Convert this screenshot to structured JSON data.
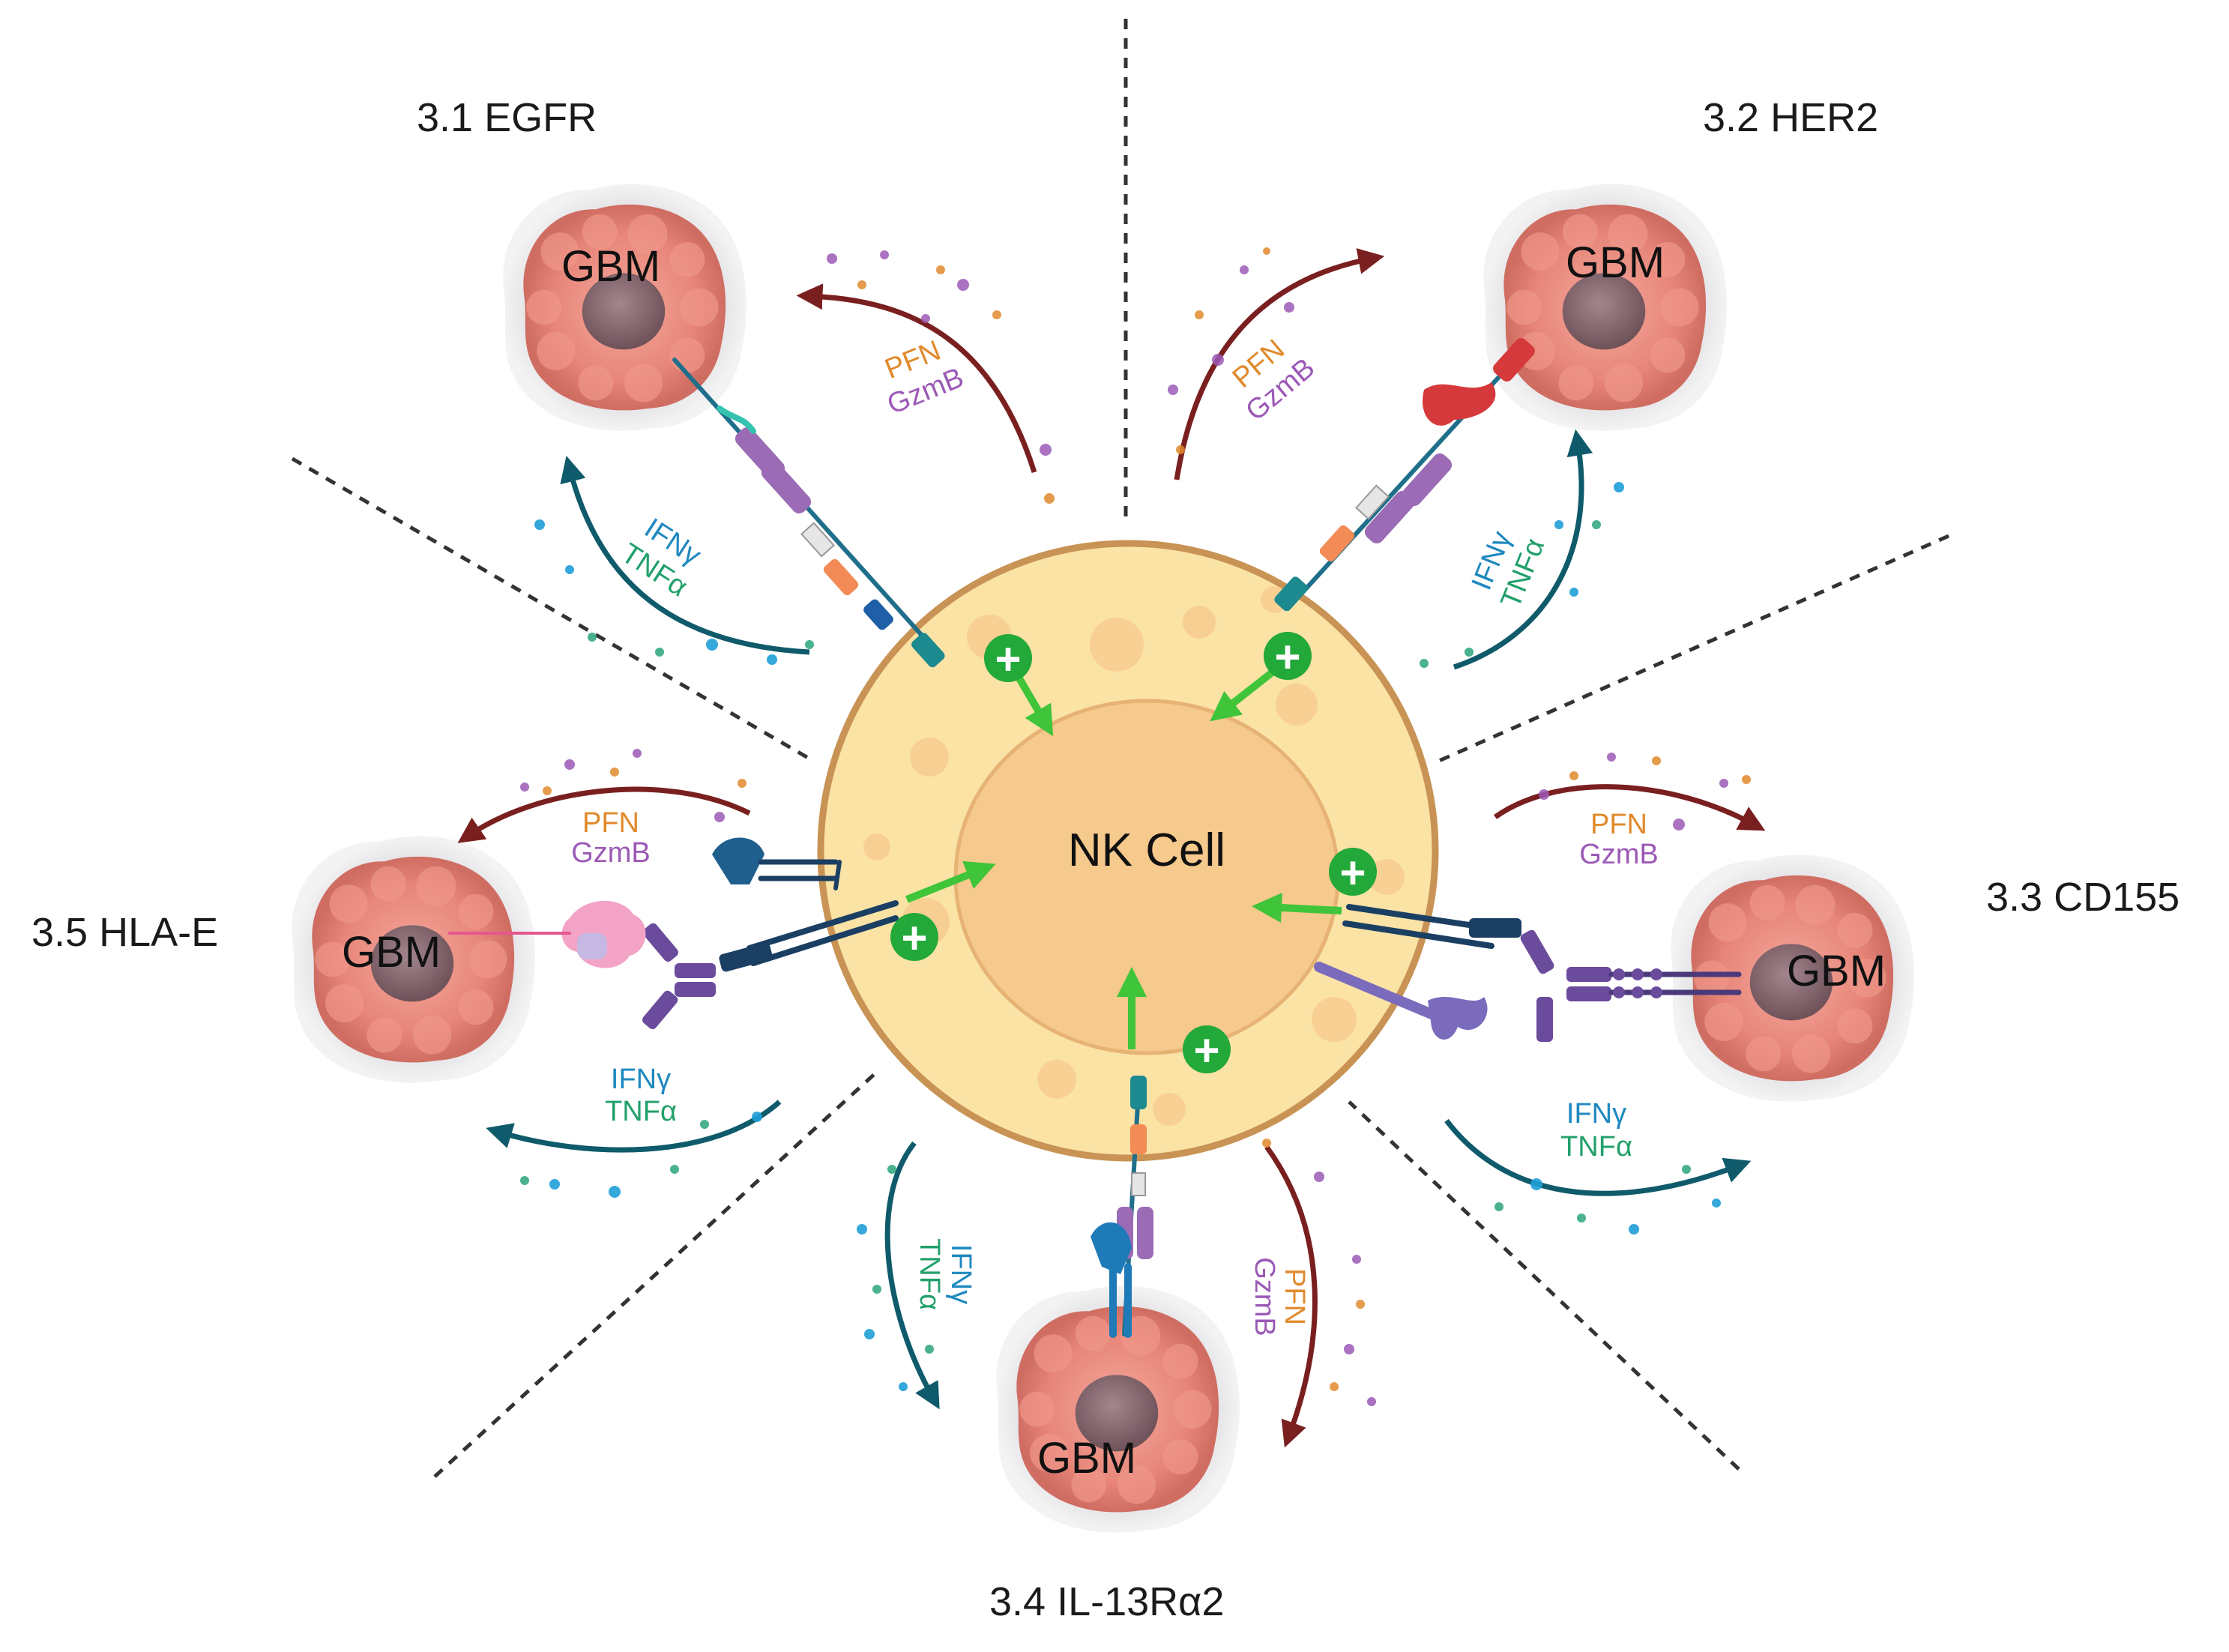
{
  "cell_label": "NK Cell",
  "tumor_label": "GBM",
  "sections": [
    {
      "id": "egfr",
      "title": "3.1 EGFR"
    },
    {
      "id": "her2",
      "title": "3.2 HER2"
    },
    {
      "id": "cd155",
      "title": "3.3 CD155"
    },
    {
      "id": "il13",
      "title": "3.4 IL-13Rα2"
    },
    {
      "id": "hlae",
      "title": "3.5 HLA-E"
    }
  ],
  "labels": {
    "pfn": "PFN",
    "gzmb": "GzmB",
    "ifng": "IFNγ",
    "tnfa": "TNFα",
    "plus": "+"
  },
  "colors": {
    "tumor_fill": "#e8867a",
    "tumor_halo": "#d9d9dc",
    "nucleus_tumor": "#8a6a72",
    "nk_cell_fill": "#fbe3a6",
    "nk_cell_border": "#c89354",
    "nk_nucleus": "#f6c98c",
    "plus_green": "#23a83a",
    "activation_arrow": "#3fc43a",
    "cytotoxic_arrow": "#7a1f1f",
    "cytokine_arrow": "#0f5a6b",
    "pfn_text": "#e08a2c",
    "gzmb_text": "#9b59b6",
    "ifng_text": "#1f88c0",
    "tnfa_text": "#22a06b"
  }
}
